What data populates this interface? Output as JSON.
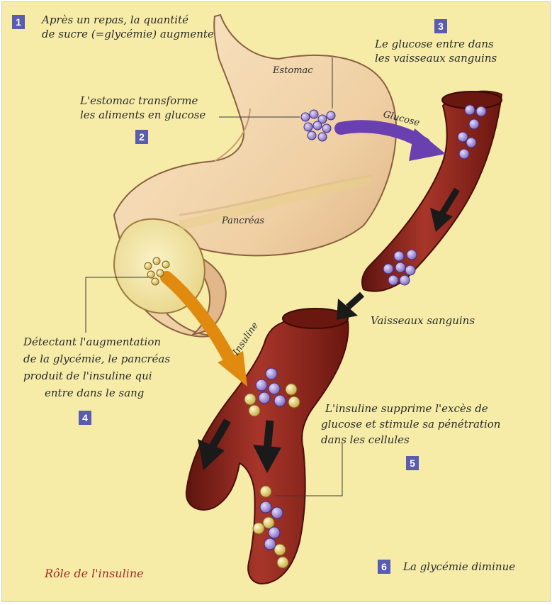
{
  "steps": {
    "s1": {
      "number": "1",
      "text": [
        "Après un repas, la quantité",
        "de sucre (=glycémie) augmente"
      ]
    },
    "s2": {
      "number": "2",
      "text": [
        "L'estomac transforme",
        "les aliments en glucose"
      ]
    },
    "s3": {
      "number": "3",
      "text": [
        "Le glucose entre dans",
        "les vaisseaux sanguins"
      ]
    },
    "s4": {
      "number": "4",
      "text": [
        "Détectant l'augmentation",
        "de la glycémie, le pancréas",
        "produit de l'insuline qui",
        "entre dans le sang"
      ]
    },
    "s5": {
      "number": "5",
      "text": [
        "L'insuline supprime l'excès de",
        "glucose et stimule sa pénétration",
        "dans les cellules"
      ]
    },
    "s6": {
      "number": "6",
      "text": "La glycémie diminue"
    }
  },
  "labels": {
    "estomac": "Estomac",
    "pancreas": "Pancréas",
    "glucose": "Glucose",
    "insuline": "Insuline",
    "vaisseaux": "Vaisseaux sanguins"
  },
  "title": "Rôle de l'insuline",
  "colors": {
    "background": "#f6eca8",
    "number_box": "#5a5cb0",
    "glucose": "#8c74c8",
    "insulin": "#d8c060",
    "vessel": "#8e2318",
    "glucose_arrow": "#6a3fb0",
    "insulin_arrow": "#e08a10",
    "title": "#a8291f"
  }
}
